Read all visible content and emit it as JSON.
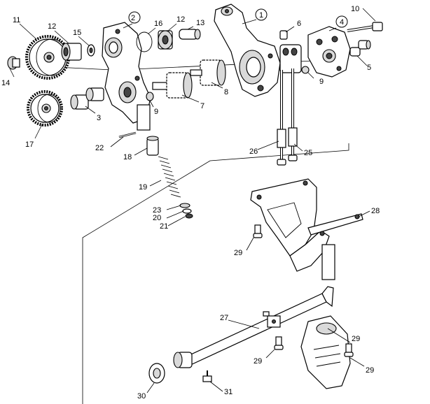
{
  "callouts": {
    "c1": "1",
    "c2": "2",
    "c3": "3",
    "c4": "4",
    "c5": "5",
    "c6": "6",
    "c7": "7",
    "c8": "8",
    "c9a": "9",
    "c9b": "9",
    "c10": "10",
    "c11": "11",
    "c12a": "12",
    "c12b": "12",
    "c13": "13",
    "c14": "14",
    "c15": "15",
    "c16": "16",
    "c17": "17",
    "c18": "18",
    "c19": "19",
    "c20": "20",
    "c21": "21",
    "c22": "22",
    "c23": "23",
    "c25": "25",
    "c26": "26",
    "c27": "27",
    "c28": "28",
    "c29a": "29",
    "c29b": "29",
    "c29c": "29",
    "c29d": "29",
    "c30": "30",
    "c31": "31"
  },
  "colors": {
    "ink": "#000000",
    "background": "#ffffff",
    "shade": "#d9d9d9"
  }
}
